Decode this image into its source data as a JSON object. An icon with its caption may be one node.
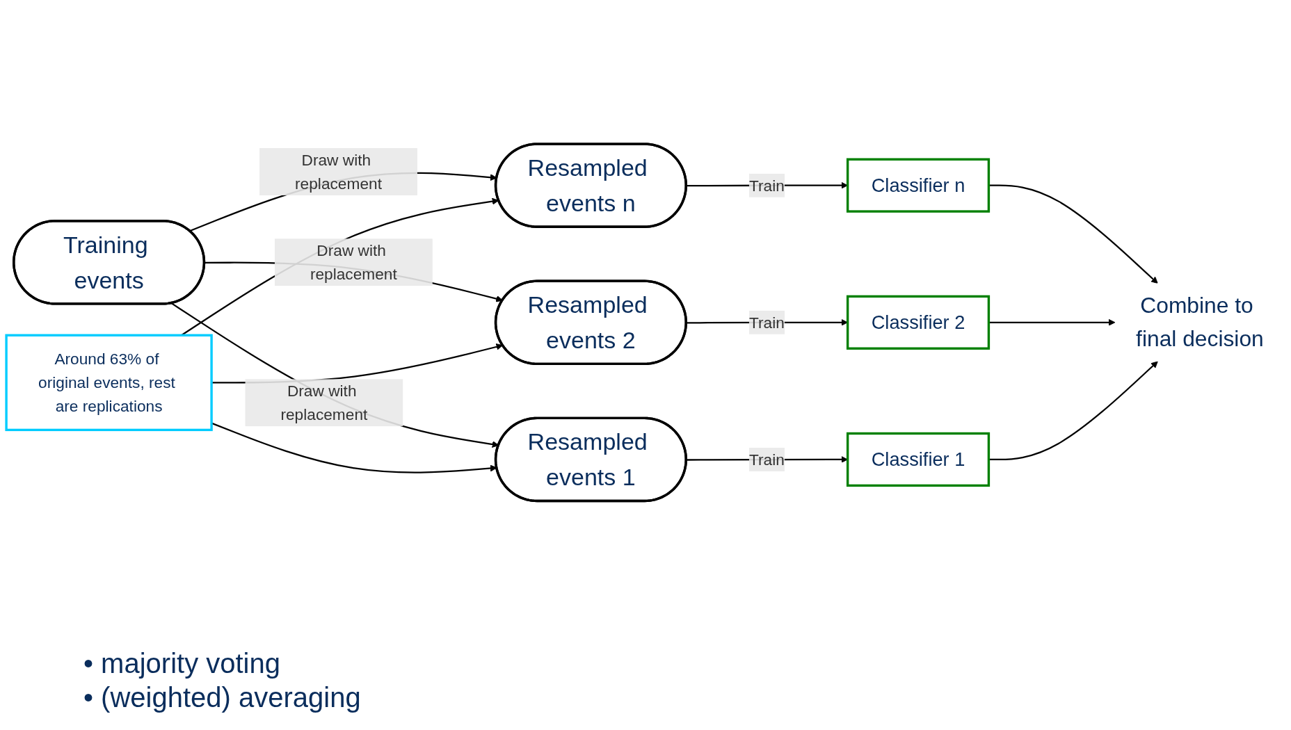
{
  "diagram": {
    "nodes": [
      {
        "text": [
          "Training events"
        ]
      },
      {
        "text": [
          "Resampled events 1"
        ]
      },
      {
        "text": [
          "Classifier 1"
        ]
      },
      {
        "text": [
          "Resampled events 2"
        ]
      },
      {
        "text": [
          "Classifier 2"
        ]
      },
      {
        "text": [
          "Resampled events n"
        ]
      },
      {
        "text": [
          "Classifier n"
        ]
      },
      {
        "text": [
          "Around 63% of original events, rest are replications"
        ]
      },
      {
        "text": [
          "Combine to final decision"
        ]
      }
    ],
    "edges": [
      {
        "from": 0,
        "to": 1,
        "arrow": "to",
        "label": "Draw with replacement"
      },
      {
        "from": 0,
        "to": 3,
        "arrow": "to",
        "label": "Draw with replacement"
      },
      {
        "from": 0,
        "to": 5,
        "arrow": "to",
        "label": "Draw with replacement"
      },
      {
        "from": 1,
        "to": 2,
        "arrow": "to",
        "label": "Train"
      },
      {
        "from": 3,
        "to": 4,
        "arrow": "to",
        "label": "Train"
      },
      {
        "from": 5,
        "to": 6,
        "arrow": "to",
        "label": "Train"
      },
      {
        "from": 7,
        "to": 1,
        "arrow": "to"
      },
      {
        "from": 7,
        "to": 3,
        "arrow": "to"
      },
      {
        "from": 7,
        "to": 5,
        "arrow": "to"
      },
      {
        "from": 6,
        "to": 8,
        "arrow": "to"
      },
      {
        "from": 4,
        "to": 8,
        "arrow": "to"
      },
      {
        "from": 2,
        "to": 8,
        "arrow": "to"
      }
    ],
    "labels": [
      "• majority voting",
      "• (weighted) averaging"
    ]
  }
}
